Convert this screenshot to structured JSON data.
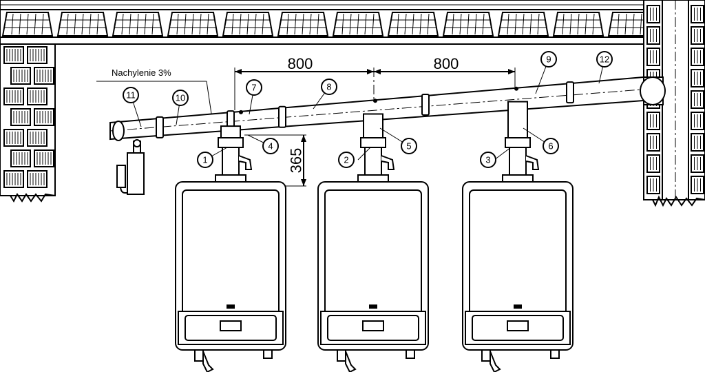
{
  "slope_label": "Nachylenie 3%",
  "dimensions": {
    "spacing_1": "800",
    "spacing_2": "800",
    "height": "365"
  },
  "callouts": [
    "1",
    "2",
    "3",
    "4",
    "5",
    "6",
    "7",
    "8",
    "9",
    "10",
    "11",
    "12"
  ],
  "icons": {
    "boiler": "wall-boiler",
    "wall": "brick-wall",
    "roof": "roof-tiles",
    "condensate_trap": "siphon"
  }
}
